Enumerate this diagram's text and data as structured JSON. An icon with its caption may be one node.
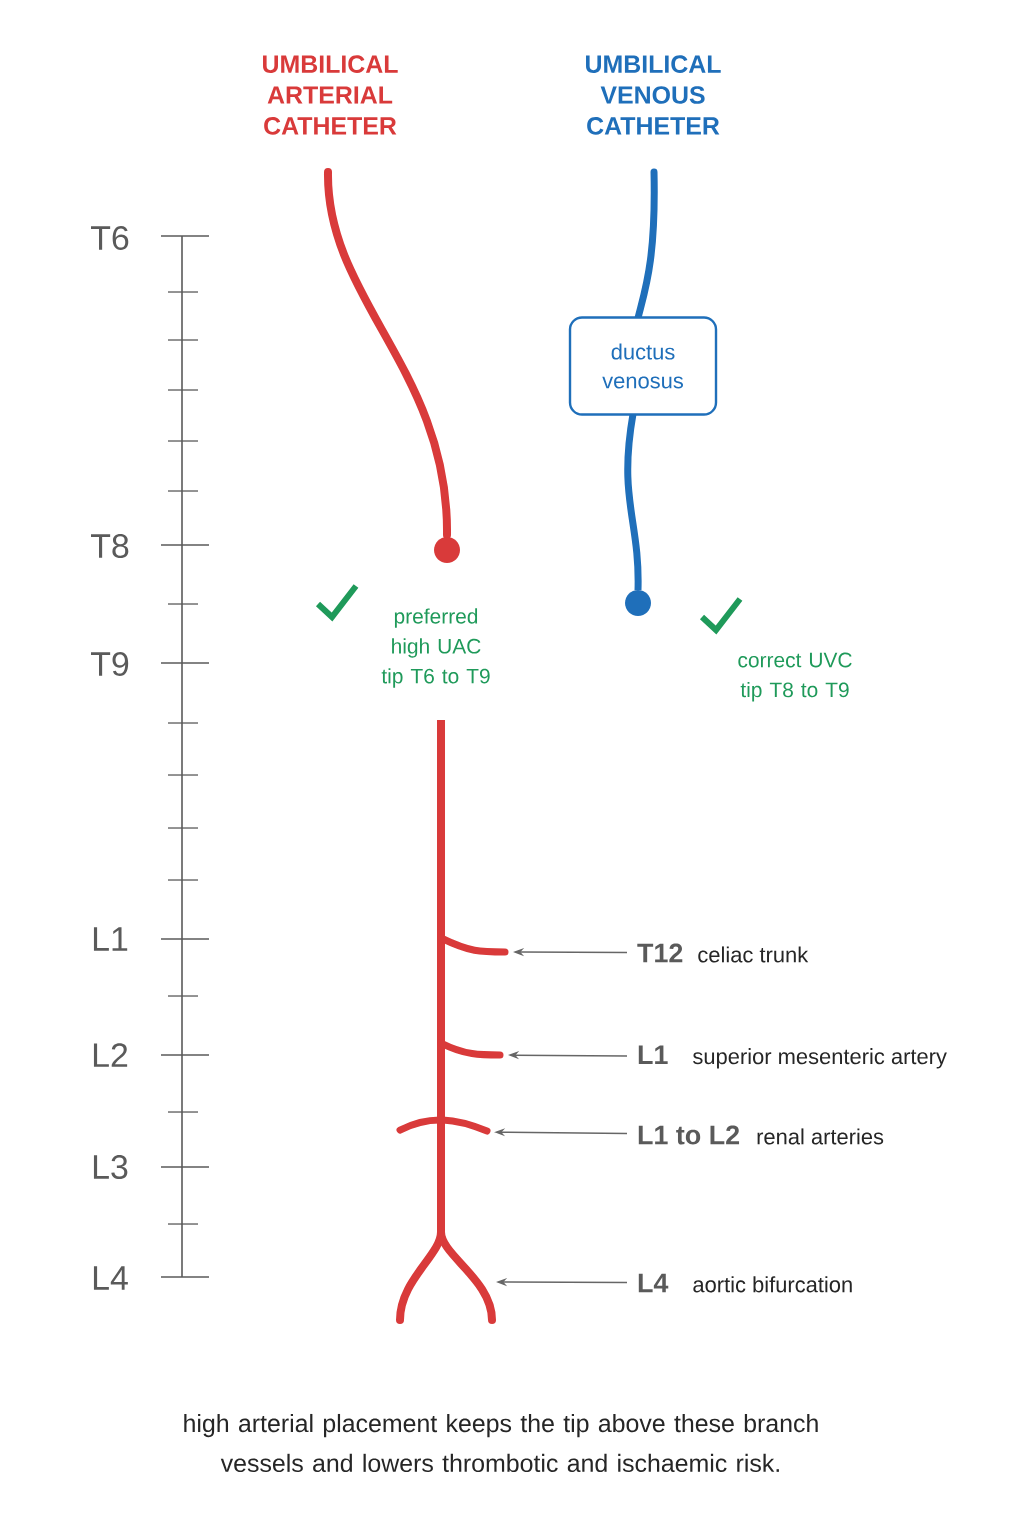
{
  "diagram": {
    "caption": "high arterial placement keeps the tip above these branch vessels and lowers thrombotic and ischaemic risk.",
    "nodes": [
      {
        "text": [
          "ductus venosus"
        ]
      },
      {
        "text": [
          "T12",
          "celiac trunk"
        ]
      },
      {
        "text": [
          "L1",
          "superior mesenteric artery"
        ]
      },
      {
        "text": [
          "L1 to L2",
          "renal arteries"
        ]
      },
      {
        "text": [
          "L4",
          "aortic bifurcation"
        ]
      },
      {
        "text": [],
        "shape": "vessel"
      },
      {
        "text": [],
        "shape": "vessel"
      },
      {
        "text": [],
        "shape": "vessel"
      },
      {
        "text": [],
        "shape": "vessel"
      }
    ],
    "edges": [
      {
        "from": 1,
        "to": 5,
        "arrow": "to"
      },
      {
        "from": 2,
        "to": 6,
        "arrow": "to"
      },
      {
        "from": 3,
        "to": 7,
        "arrow": "to"
      },
      {
        "from": 4,
        "to": 8,
        "arrow": "to"
      }
    ],
    "labels": [
      "UMBILICAL ARTERIAL CATHETER",
      "UMBILICAL VENOUS CATHETER",
      "T6",
      "T8",
      "T9",
      "L1",
      "L2",
      "L3",
      "L4",
      "preferred high UAC tip T6 to T9",
      "correct UVC tip T8 to T9"
    ]
  }
}
